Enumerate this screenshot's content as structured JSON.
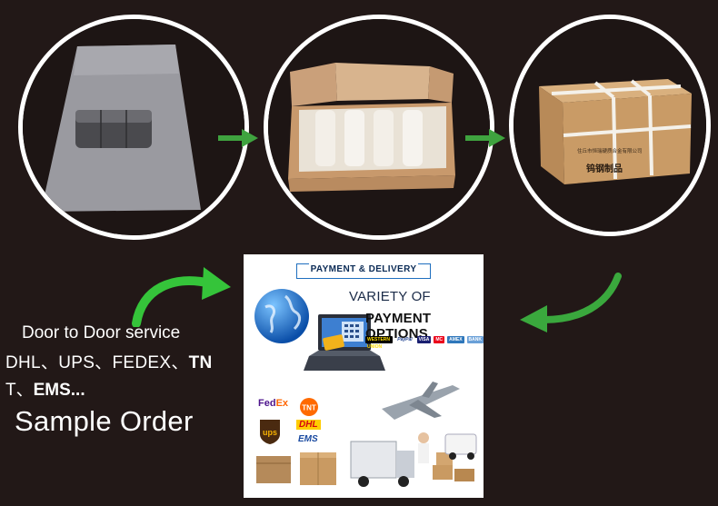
{
  "colors": {
    "background": "#221817",
    "ring": "#ffffff",
    "arrow_green": "#3fa33f",
    "panel_accent": "#1f6fbf"
  },
  "steps": [
    {
      "name": "tungsten-pipe-on-foam",
      "icon": "metal-cylinder-icon"
    },
    {
      "name": "open-box-with-wrapped-items",
      "icon": "open-box-icon"
    },
    {
      "name": "sealed-strapped-carton",
      "icon": "carton-icon",
      "carton_label": "钨钢制品",
      "carton_small_print": "住丘市恒瑞硬质合金有限公司"
    }
  ],
  "left_text": {
    "door_to_door": "Door to Door service",
    "carriers_line1_normal": "DHL、UPS、FEDEX、",
    "carriers_line1_bold": "TN",
    "carriers_line2_lead": "T、",
    "carriers_line2_bold": "EMS...",
    "sample_order": "Sample Order"
  },
  "payment_panel": {
    "header": "PAYMENT & DELIVERY",
    "variety": "VARIETY OF",
    "payment_options": "PAYMENT OPTIONS",
    "payment_logos": [
      "WESTERN UNION",
      "PayPal",
      "VISA",
      "MC",
      "AMEX",
      "BANK"
    ],
    "carriers": {
      "fedex_fed": "Fed",
      "fedex_ex": "Ex",
      "tnt": "TNT",
      "ups": "ups",
      "dhl": "DHL",
      "ems": "EMS"
    }
  }
}
